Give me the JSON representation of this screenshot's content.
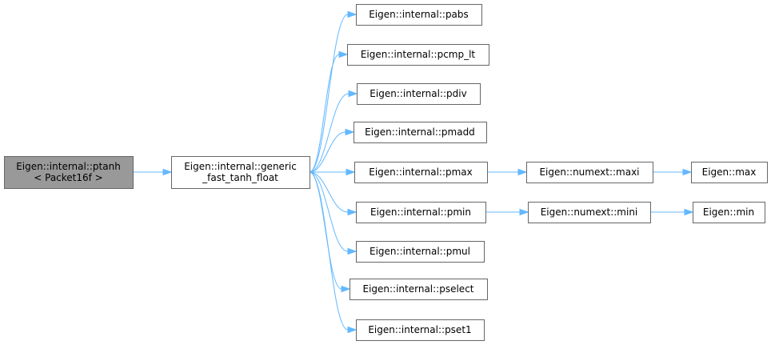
{
  "diagram": {
    "type": "call-graph",
    "colors": {
      "root_fill": "#999999",
      "node_fill": "#ffffff",
      "node_border": "#666666",
      "edge": "#63b8ff",
      "text": "#000000"
    },
    "nodes": [
      {
        "id": "ptanh",
        "lines": [
          "Eigen::internal::ptanh",
          "< Packet16f >"
        ],
        "root": true
      },
      {
        "id": "generic",
        "lines": [
          "Eigen::internal::generic",
          "_fast_tanh_float"
        ]
      },
      {
        "id": "pabs",
        "lines": [
          "Eigen::internal::pabs"
        ]
      },
      {
        "id": "pcmp_lt",
        "lines": [
          "Eigen::internal::pcmp_lt"
        ]
      },
      {
        "id": "pdiv",
        "lines": [
          "Eigen::internal::pdiv"
        ]
      },
      {
        "id": "pmadd",
        "lines": [
          "Eigen::internal::pmadd"
        ]
      },
      {
        "id": "pmax",
        "lines": [
          "Eigen::internal::pmax"
        ]
      },
      {
        "id": "pmin",
        "lines": [
          "Eigen::internal::pmin"
        ]
      },
      {
        "id": "pmul",
        "lines": [
          "Eigen::internal::pmul"
        ]
      },
      {
        "id": "pselect",
        "lines": [
          "Eigen::internal::pselect"
        ]
      },
      {
        "id": "pset1",
        "lines": [
          "Eigen::internal::pset1"
        ]
      },
      {
        "id": "maxi",
        "lines": [
          "Eigen::numext::maxi"
        ]
      },
      {
        "id": "mini",
        "lines": [
          "Eigen::numext::mini"
        ]
      },
      {
        "id": "max",
        "lines": [
          "Eigen::max"
        ]
      },
      {
        "id": "min",
        "lines": [
          "Eigen::min"
        ]
      }
    ],
    "edges": [
      {
        "from": "ptanh",
        "to": "generic"
      },
      {
        "from": "generic",
        "to": "pabs"
      },
      {
        "from": "generic",
        "to": "pcmp_lt"
      },
      {
        "from": "generic",
        "to": "pdiv"
      },
      {
        "from": "generic",
        "to": "pmadd"
      },
      {
        "from": "generic",
        "to": "pmax"
      },
      {
        "from": "generic",
        "to": "pmin"
      },
      {
        "from": "generic",
        "to": "pmul"
      },
      {
        "from": "generic",
        "to": "pselect"
      },
      {
        "from": "generic",
        "to": "pset1"
      },
      {
        "from": "pmax",
        "to": "maxi"
      },
      {
        "from": "pmin",
        "to": "mini"
      },
      {
        "from": "maxi",
        "to": "max"
      },
      {
        "from": "mini",
        "to": "min"
      }
    ]
  }
}
